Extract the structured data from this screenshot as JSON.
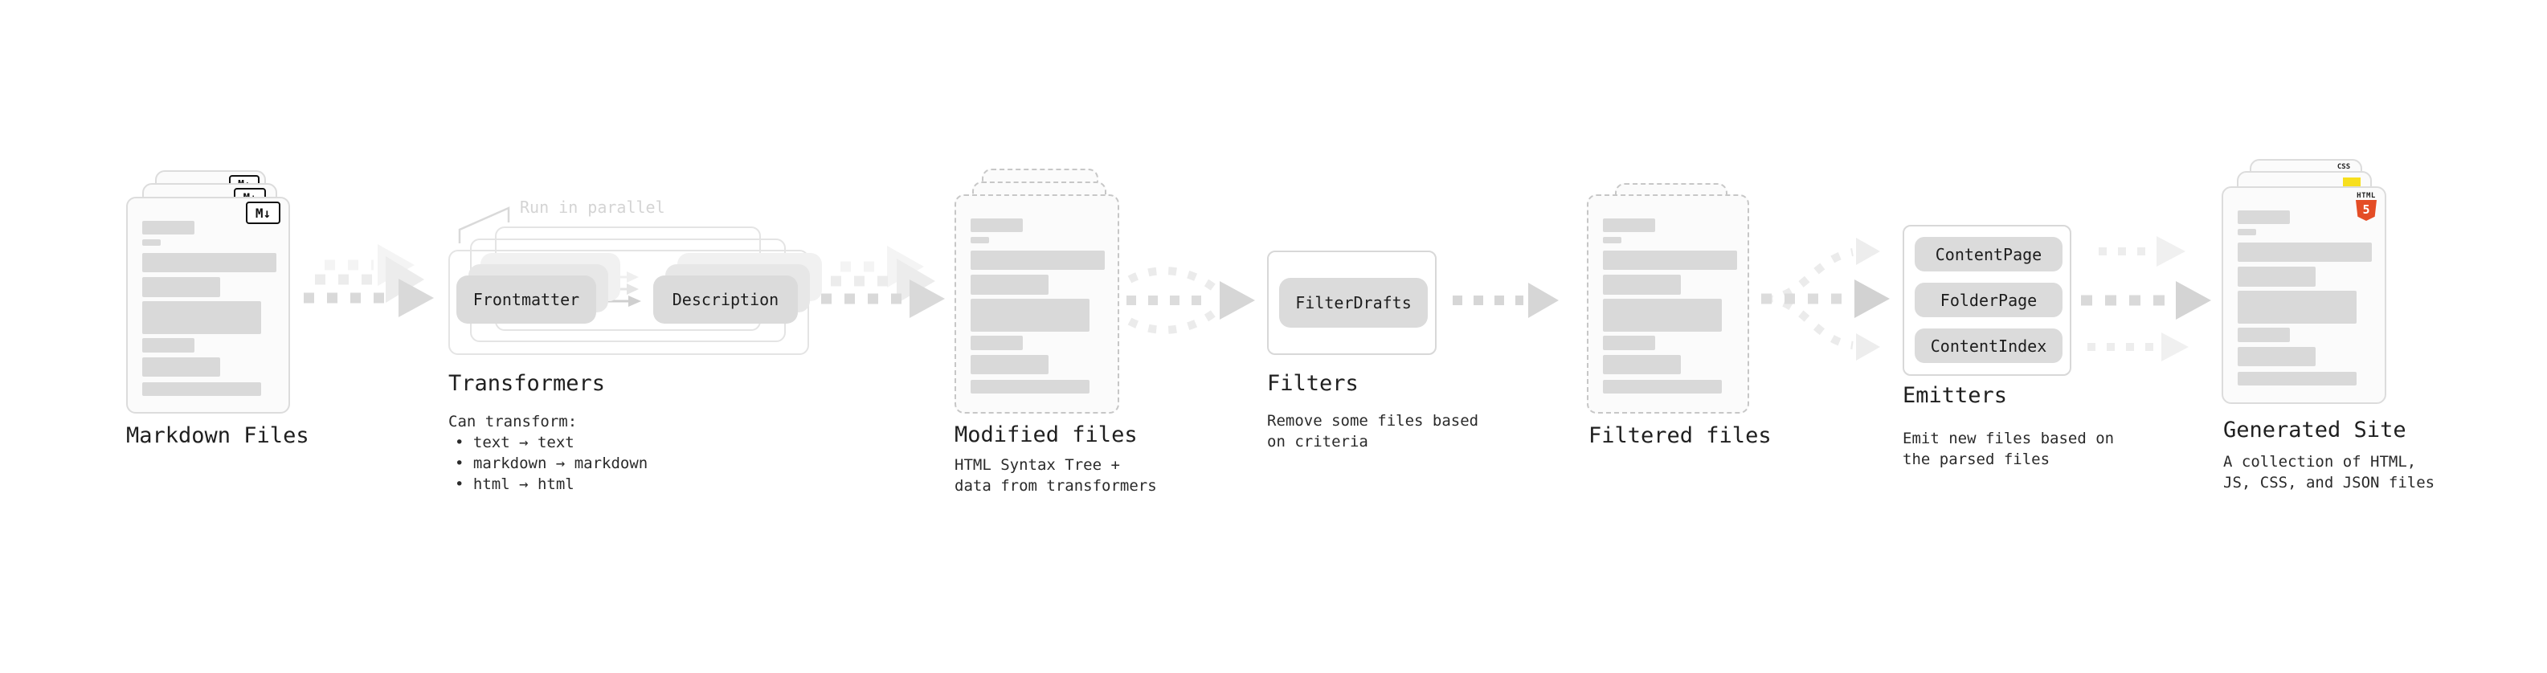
{
  "nodes": {
    "markdown_files": {
      "label": "Markdown Files",
      "badge": "M↓"
    },
    "transformers": {
      "label": "Transformers",
      "annotation": "Run in parallel",
      "pill_left": "Frontmatter",
      "pill_right": "Description",
      "notes_title": "Can transform:",
      "note_1": "• text → text",
      "note_2": "• markdown → markdown",
      "note_3": "• html → html"
    },
    "modified_files": {
      "label": "Modified files",
      "note_1": "HTML Syntax Tree +",
      "note_2": "data from transformers"
    },
    "filters": {
      "label": "Filters",
      "pill": "FilterDrafts",
      "note_1": "Remove some files based",
      "note_2": "on criteria"
    },
    "filtered_files": {
      "label": "Filtered files"
    },
    "emitters": {
      "label": "Emitters",
      "pill_1": "ContentPage",
      "pill_2": "FolderPage",
      "pill_3": "ContentIndex",
      "note_1": "Emit new files based on",
      "note_2": "the parsed files"
    },
    "generated_site": {
      "label": "Generated Site",
      "note_1": "A collection of HTML,",
      "note_2": "JS, CSS, and JSON files",
      "badge_html_text": "HTML",
      "badge_html_number": "5",
      "badge_css_text": "CSS"
    }
  },
  "colors": {
    "html5_orange": "#e44d26",
    "js_yellow": "#f7df1e",
    "css_blue": "#2f6df1",
    "placeholder_gray": "#d9d9d9",
    "arrow_gray": "#d8d8d8",
    "arrow_light": "#ededed"
  }
}
